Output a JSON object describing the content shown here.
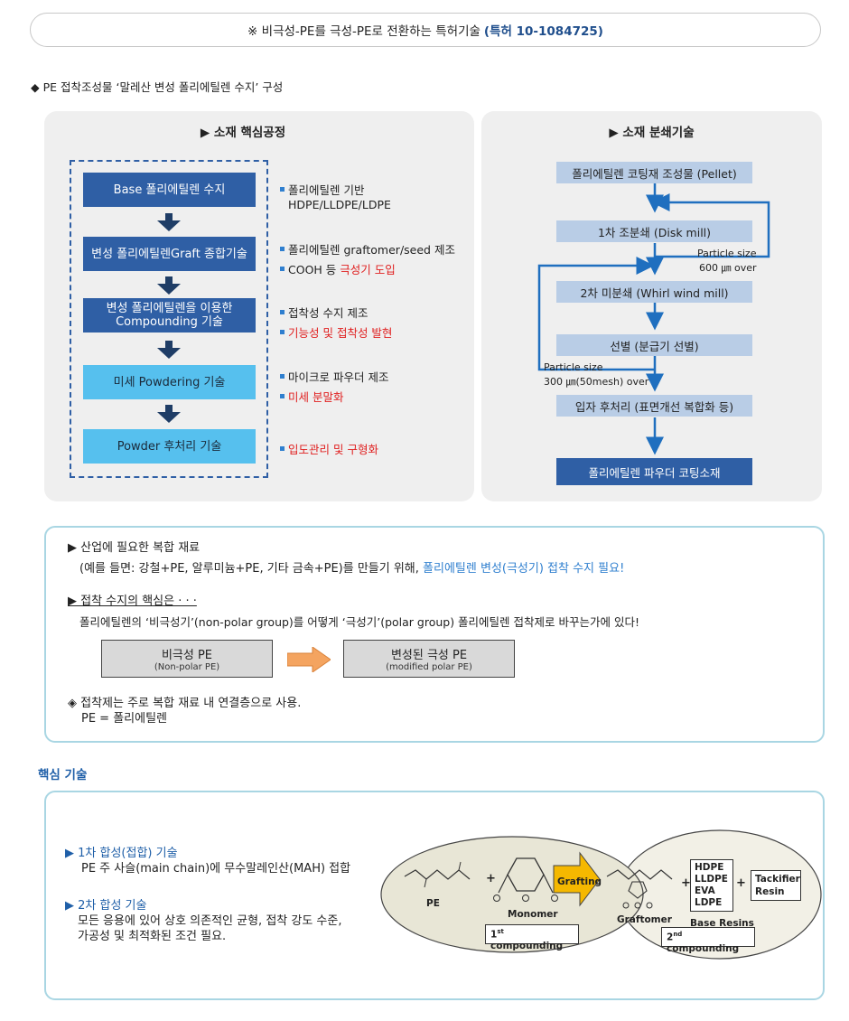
{
  "banner": {
    "main": "※ 비극성-PE를 극성-PE로 전환하는 특허기술",
    "patent": "(특허 10-1084725)"
  },
  "section_title": "◆ PE 접착조성물 ‘말레산 변성 폴리에틸렌 수지’ 구성",
  "left_panel": {
    "title": "▶ 소재 핵심공정",
    "steps": [
      {
        "label": "Base 폴리에틸렌 수지"
      },
      {
        "label": "변성 폴리에틸렌Graft 종합기술"
      },
      {
        "label": "변성 폴리에틸렌을 이용한 Compounding 기술"
      },
      {
        "label": "미세 Powdering 기술"
      },
      {
        "label": "Powder 후처리 기술"
      }
    ],
    "notes": [
      {
        "line1": "폴리에틸렌 기반",
        "line2": "HDPE/LLDPE/LDPE"
      },
      {
        "line1": "폴리에틸렌 graftomer/seed 제조",
        "line2a": "COOH 등 ",
        "line2b": "극성기 도입"
      },
      {
        "line1": "접착성 수지 제조",
        "line2": "기능성 및 접착성 발현"
      },
      {
        "line1": "마이크로 파우더 제조",
        "line2": "미세 분말화"
      },
      {
        "line1": "입도관리 및 구형화"
      }
    ]
  },
  "right_panel": {
    "title": "▶ 소재 분쇄기술",
    "steps": [
      "폴리에틸렌 코팅재 조성물 (Pellet)",
      "1차 조분쇄 (Disk mill)",
      "2차 미분쇄 (Whirl wind mill)",
      "선별 (분급기 선별)",
      "입자 후처리 (표면개선 복합화 등)",
      "폴리에틸렌 파우더 코팅소재"
    ],
    "particle1_a": "Particle size",
    "particle1_b": "600 ㎛ over",
    "particle2_a": "Particle size",
    "particle2_b": "300 ㎛(50mesh) over"
  },
  "info_card": {
    "p1_title": "▶ 산업에 필요한 복합 재료",
    "p1_text_a": "(예를 들면: 강철+PE, 알루미늄+PE, 기타 금속+PE)를 만들기 위해, ",
    "p1_text_b": "폴리에틸렌 변성(극성기) 접착 수지 필요!",
    "p2_title": "▶ 접착 수지의 핵심은 · · ·",
    "p2_text": "폴리에틸렌의 ‘비극성기’(non-polar group)를 어떻게 ‘극성기’(polar group) 폴리에틸렌 접착제로 바꾸는가에 있다!",
    "box1_main": "비극성 PE",
    "box1_sub": "(Non-polar PE)",
    "box2_main": "변성된 극성 PE",
    "box2_sub": "(modified polar PE)",
    "note1": "◈ 접착제는 주로 복합 재료 내 연결층으로 사용.",
    "note2": "PE = 폴리에틸렌"
  },
  "core_title": "핵심 기술",
  "core_card": {
    "t1": "▶ 1차 합성(접합) 기술",
    "t1_text": "PE  주 사슬(main chain)에 무수말레인산(MAH) 접합",
    "t2": "▶ 2차 합성 기술",
    "t2_text1": "모든 응용에 있어 상호 의존적인 균형, 접착 강도 수준,",
    "t2_text2": "가공성 및 최적화된 조건 필요."
  },
  "diagram": {
    "pe": "PE",
    "monomer": "Monomer",
    "grafting": "Grafting",
    "graftomer": "Graftomer",
    "base_resins": "Base Resins",
    "resins": [
      "HDPE",
      "LLDPE",
      "EVA",
      "LDPE"
    ],
    "tackifier1": "Tackifier",
    "tackifier2": "Resin",
    "comp1_num": "1",
    "comp1_sup": "st",
    "comp1_text": " compounding",
    "comp2_num": "2",
    "comp2_sup": "nd",
    "comp2_text": " compounding",
    "plus": "+"
  },
  "colors": {
    "dark_blue": "#2f5fa5",
    "light_blue": "#56c0ee",
    "accent_red": "#e02020",
    "link_blue": "#2f7fcf",
    "card_border": "#a9d6e3",
    "grafting_orange": "#f5b800"
  }
}
